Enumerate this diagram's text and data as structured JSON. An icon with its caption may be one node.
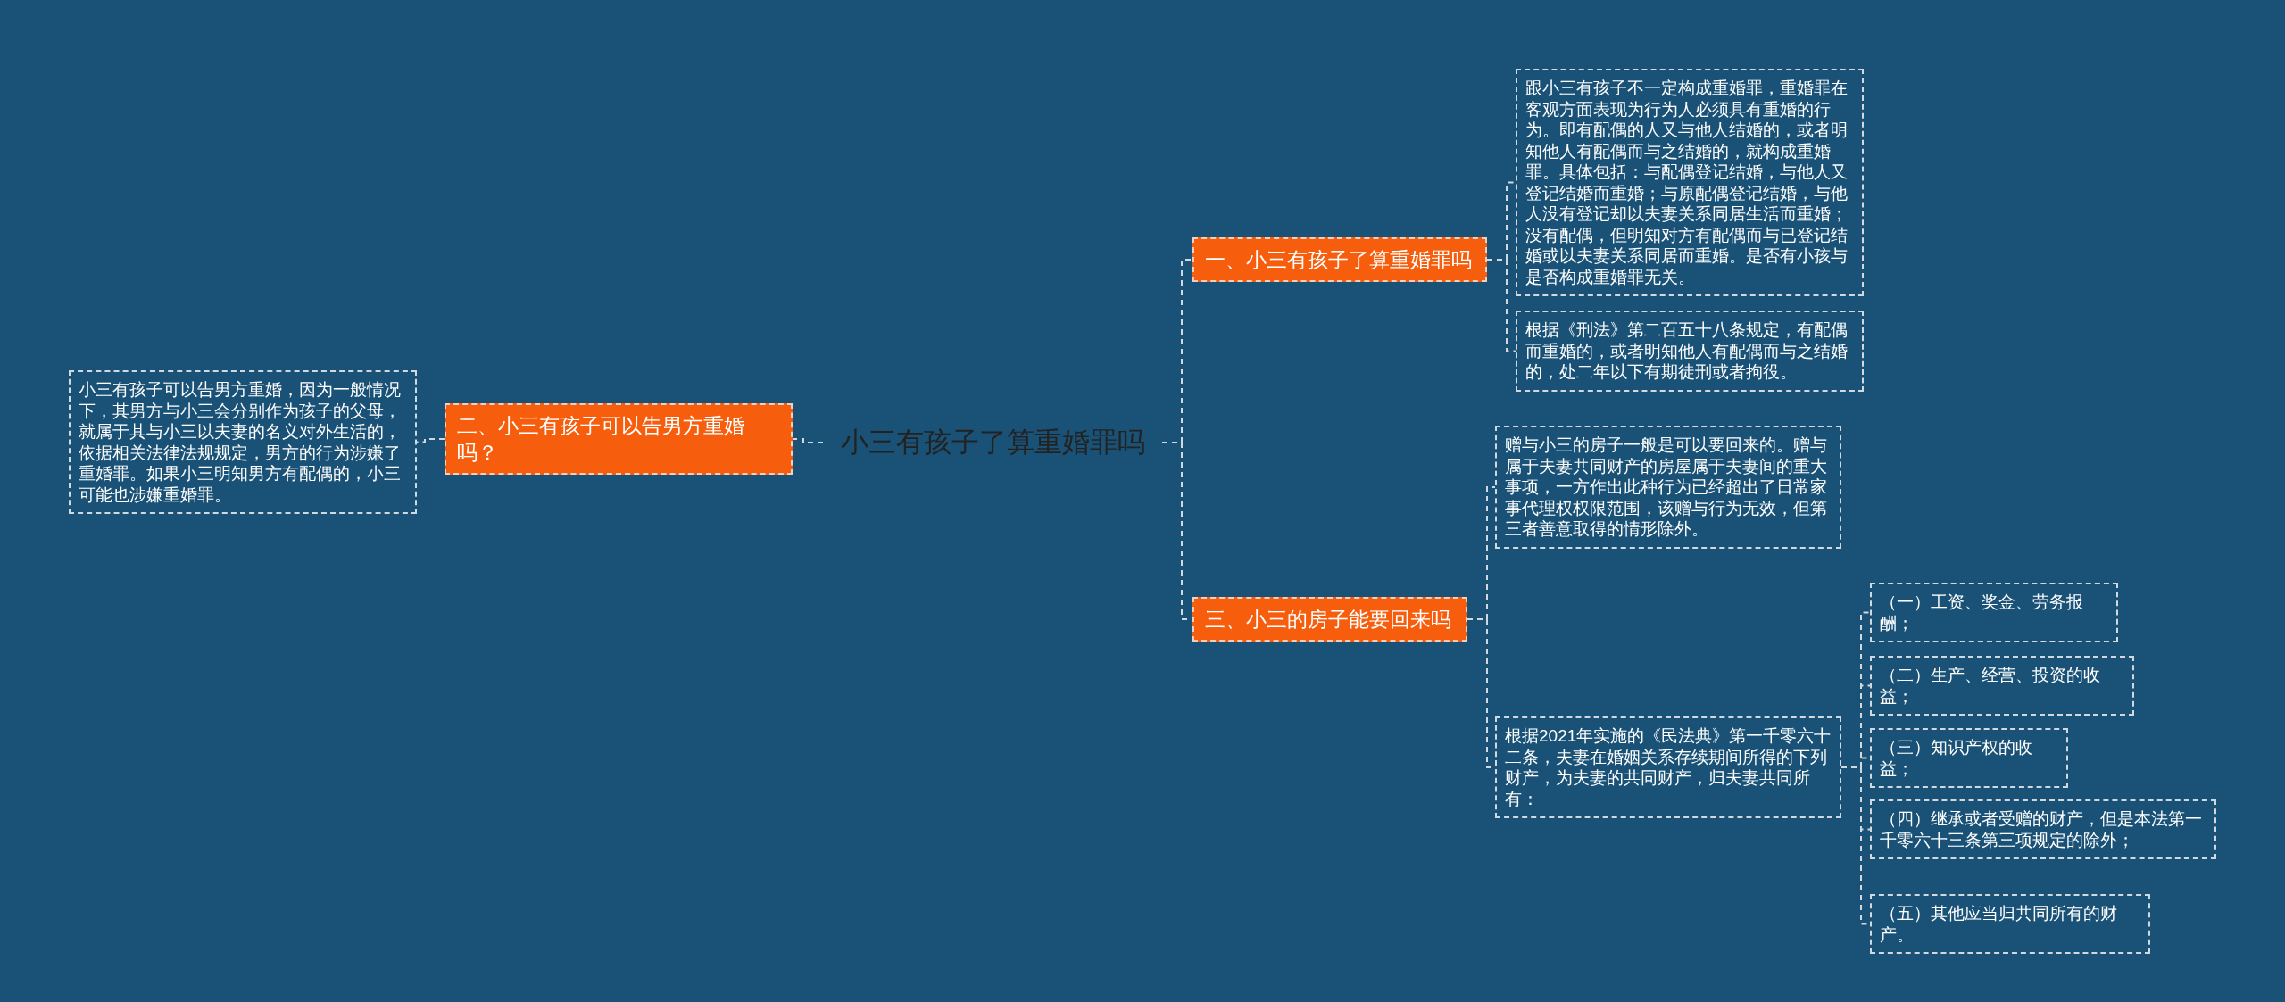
{
  "diagram": {
    "nodes": [
      {
        "text": [
          "小三有孩子了算重婚罪吗"
        ]
      },
      {
        "text": [
          "一、小三有孩子了算重婚罪吗"
        ]
      },
      {
        "text": [
          "跟小三有孩子不一定构成重婚罪，重婚罪在客观方面表现为行为人必须具有重婚的行为。即有配偶的人又与他人结婚的，或者明知他人有配偶而与之结婚的，就构成重婚罪。具体包括：与配偶登记结婚，与他人又登记结婚而重婚；与原配偶登记结婚，与他人没有登记却以夫妻关系同居生活而重婚；没有配偶，但明知对方有配偶而与已登记结婚或以夫妻关系同居而重婚。是否有小孩与是否构成重婚罪无关。"
        ]
      },
      {
        "text": [
          "根据《刑法》第二百五十八条规定，有配偶而重婚的，或者明知他人有配偶而与之结婚的，处二年以下有期徒刑或者拘役。"
        ]
      },
      {
        "text": [
          "二、小三有孩子可以告男方重婚吗？"
        ]
      },
      {
        "text": [
          "小三有孩子可以告男方重婚，因为一般情况下，其男方与小三会分别作为孩子的父母，就属于其与小三以夫妻的名义对外生活的，依据相关法律法规规定，男方的行为涉嫌了重婚罪。如果小三明知男方有配偶的，小三可能也涉嫌重婚罪。"
        ]
      },
      {
        "text": [
          "三、小三的房子能要回来吗"
        ]
      },
      {
        "text": [
          "赠与小三的房子一般是可以要回来的。赠与属于夫妻共同财产的房屋属于夫妻间的重大事项，一方作出此种行为已经超出了日常家事代理权权限范围，该赠与行为无效，但第三者善意取得的情形除外。"
        ]
      },
      {
        "text": [
          "根据2021年实施的《民法典》第一千零六十二条，夫妻在婚姻关系存续期间所得的下列财产，为夫妻的共同财产，归夫妻共同所有："
        ]
      },
      {
        "text": [
          "（一）工资、奖金、劳务报酬；"
        ]
      },
      {
        "text": [
          "（二）生产、经营、投资的收益；"
        ]
      },
      {
        "text": [
          "（三）知识产权的收益；"
        ]
      },
      {
        "text": [
          "（四）继承或者受赠的财产，但是本法第一千零六十三条第三项规定的除外；"
        ]
      },
      {
        "text": [
          "（五）其他应当归共同所有的财产。"
        ]
      }
    ],
    "edges": [
      {
        "from": 0,
        "to": 1,
        "arrow": "none"
      },
      {
        "from": 1,
        "to": 2,
        "arrow": "none"
      },
      {
        "from": 1,
        "to": 3,
        "arrow": "none"
      },
      {
        "from": 0,
        "to": 4,
        "arrow": "none"
      },
      {
        "from": 4,
        "to": 5,
        "arrow": "none"
      },
      {
        "from": 0,
        "to": 6,
        "arrow": "none"
      },
      {
        "from": 6,
        "to": 7,
        "arrow": "none"
      },
      {
        "from": 6,
        "to": 8,
        "arrow": "none"
      },
      {
        "from": 8,
        "to": 9,
        "arrow": "none"
      },
      {
        "from": 8,
        "to": 10,
        "arrow": "none"
      },
      {
        "from": 8,
        "to": 11,
        "arrow": "none"
      },
      {
        "from": 8,
        "to": 12,
        "arrow": "none"
      },
      {
        "from": 8,
        "to": 13,
        "arrow": "none"
      }
    ]
  }
}
